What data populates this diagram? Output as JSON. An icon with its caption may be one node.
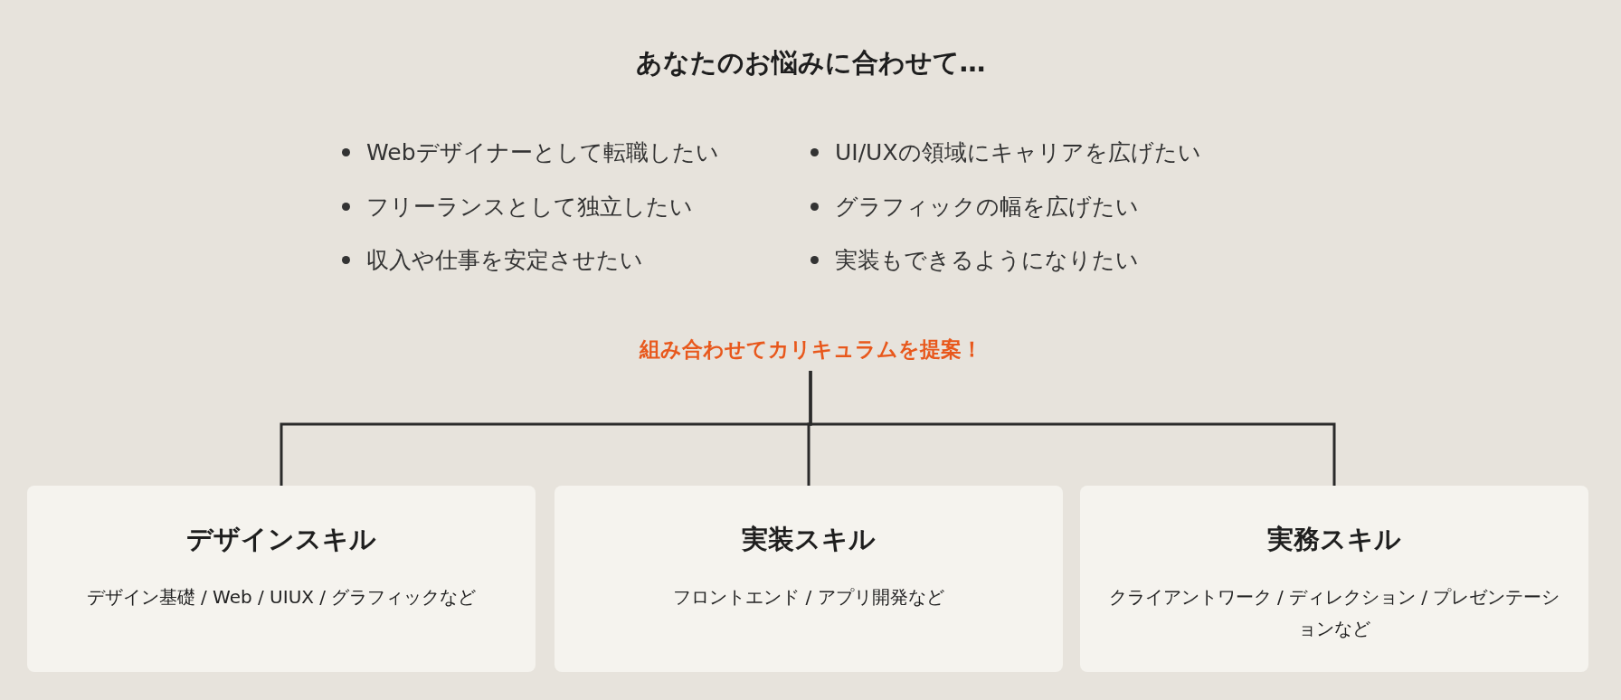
{
  "diagram": {
    "title": "あなたのお悩みに合わせて…",
    "nodes": [
      {
        "text": [
          "組み合わせてカリキュラムを提案！"
        ]
      },
      {
        "text": [
          "デザインスキル",
          "デザイン基礎 / Web / UIUX / グラフィックなど"
        ]
      },
      {
        "text": [
          "実装スキル",
          "フロントエンド / アプリ開発など"
        ]
      },
      {
        "text": [
          "実務スキル",
          "クライアントワーク / ディレクション / プレゼンテーションなど"
        ]
      }
    ],
    "edges": [
      {
        "from": 0,
        "to": 1,
        "arrow": "none"
      },
      {
        "from": 0,
        "to": 2,
        "arrow": "none"
      },
      {
        "from": 0,
        "to": 3,
        "arrow": "none"
      }
    ],
    "labels": [
      "Webデザイナーとして転職したい",
      "UI/UXの領域にキャリアを広げたい",
      "フリーランスとして独立したい",
      "グラフィックの幅を広げたい",
      "収入や仕事を安定させたい",
      "実装もできるようになりたい"
    ]
  }
}
